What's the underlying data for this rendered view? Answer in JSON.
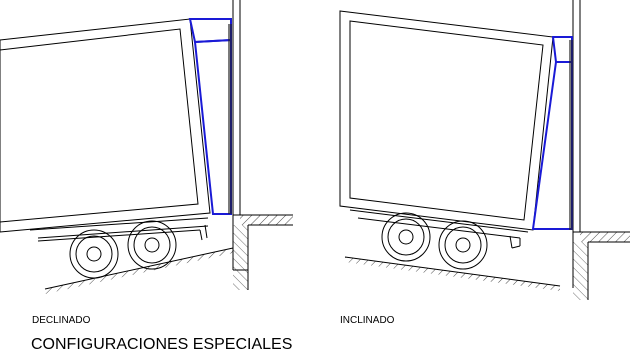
{
  "title": "CONFIGURACIONES ESPECIALES",
  "diagrams": [
    {
      "label": "DECLINADO"
    },
    {
      "label": "INCLINADO"
    }
  ],
  "colors": {
    "lines": "#000000",
    "leveler": "#1a1ad6",
    "ground_hatch": "#000000",
    "background": "#ffffff"
  }
}
